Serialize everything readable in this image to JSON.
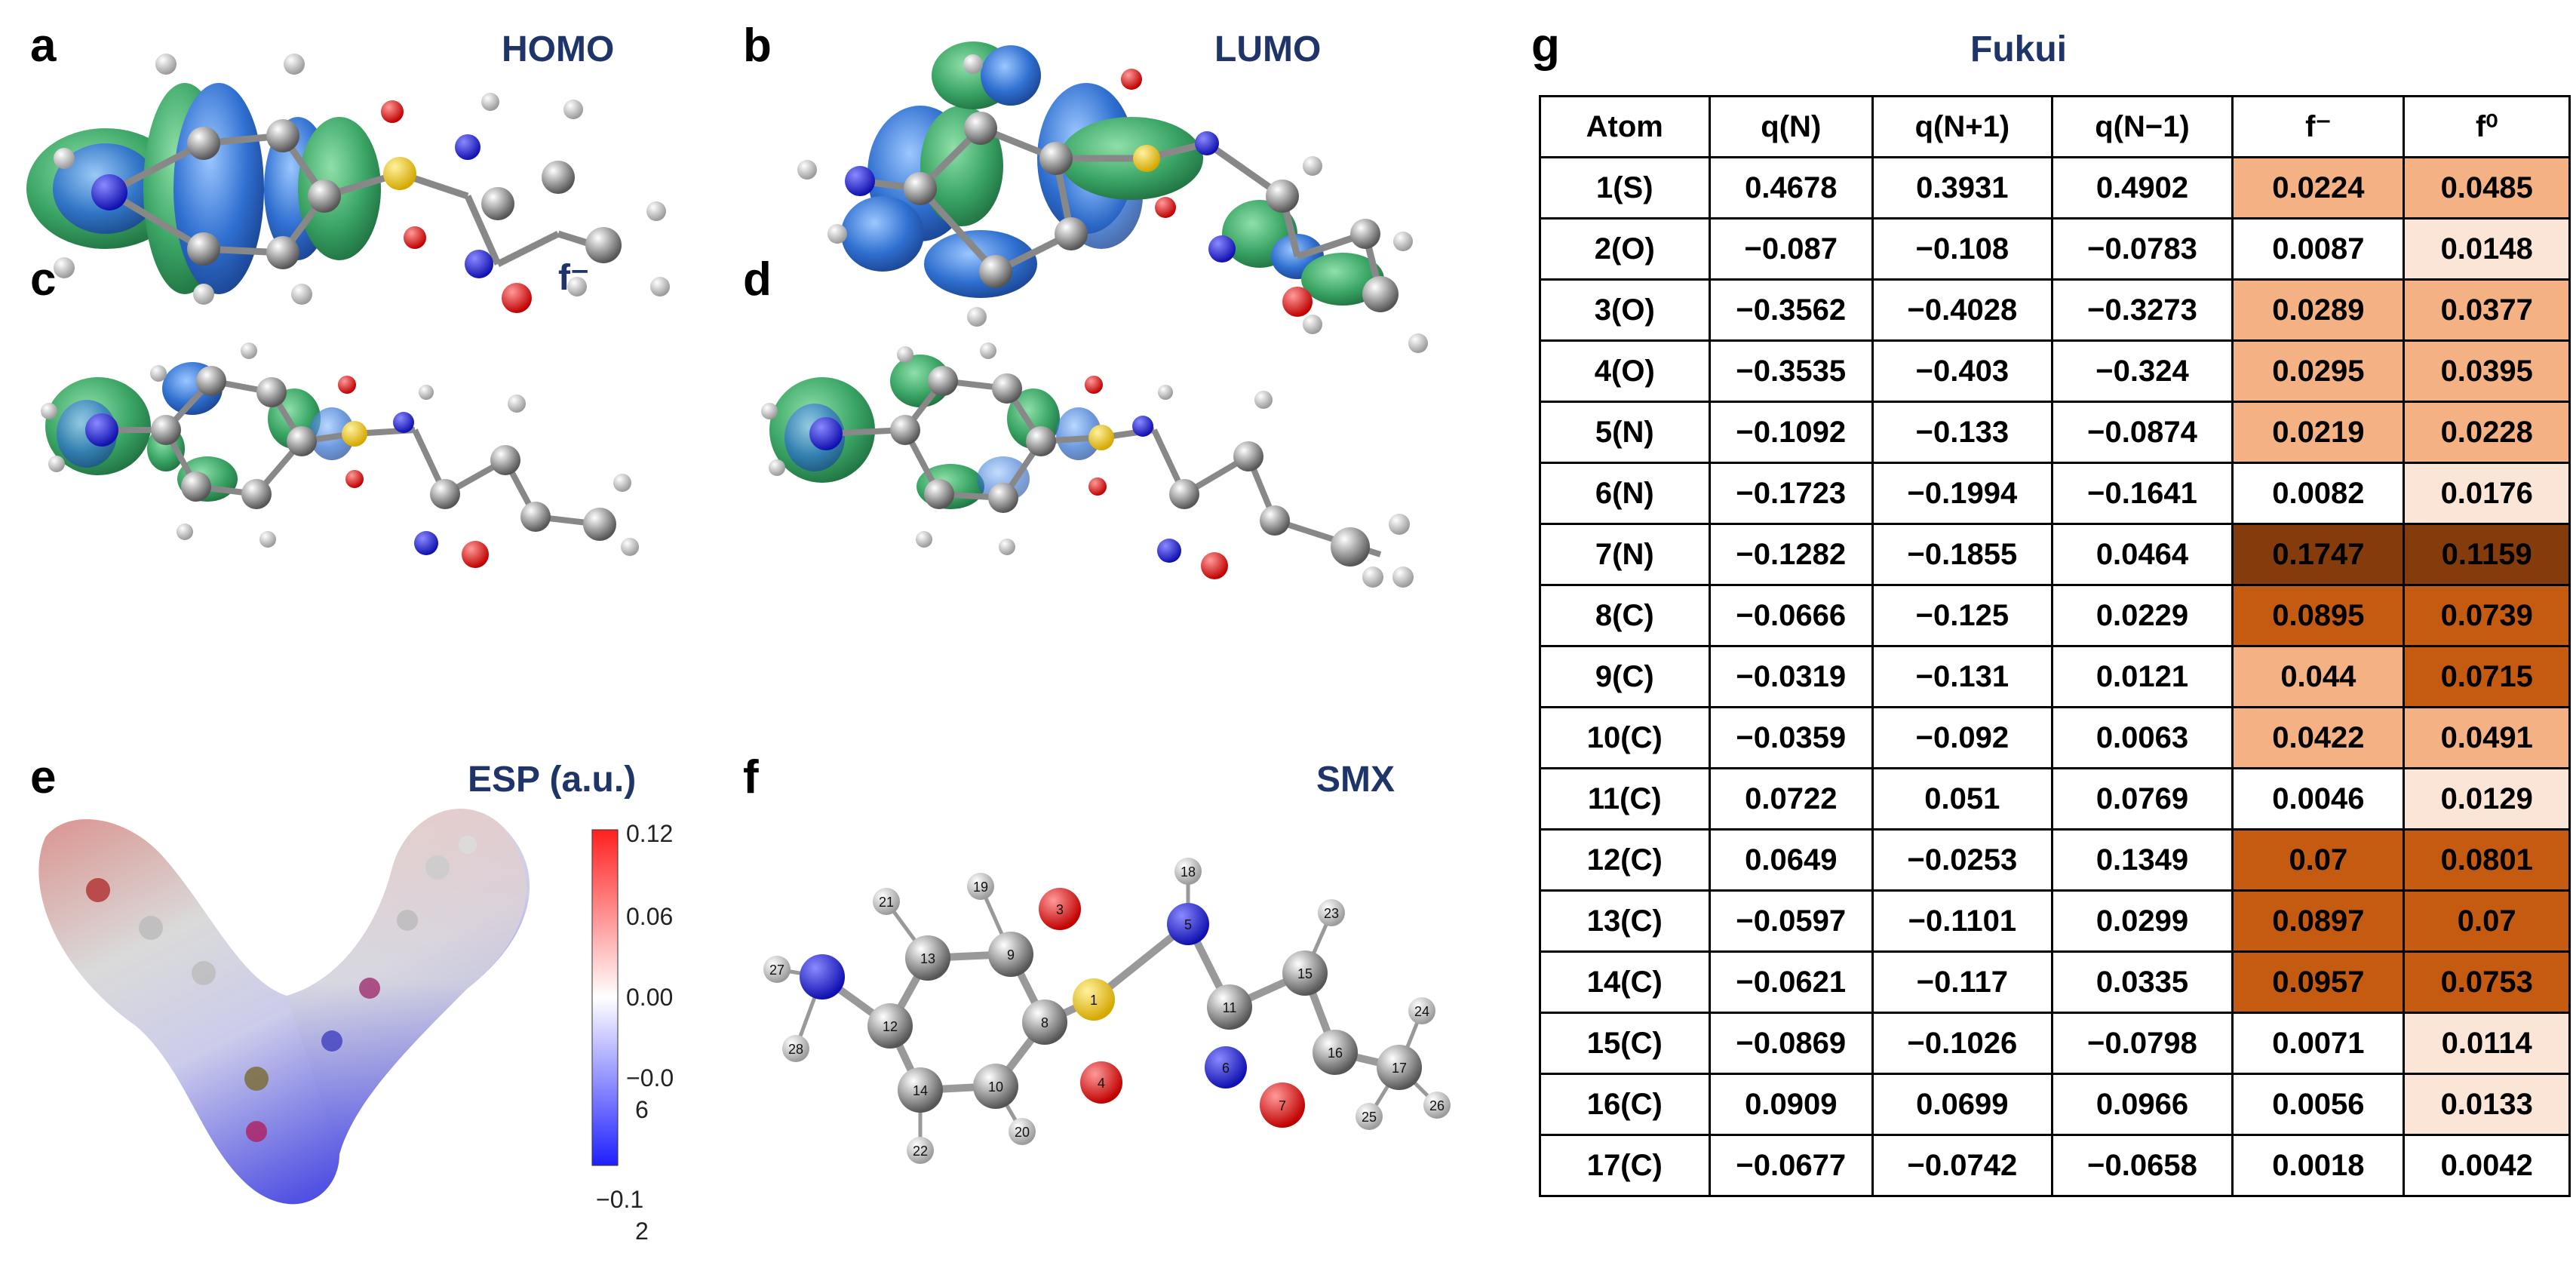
{
  "panels": {
    "a": {
      "label": "a",
      "title": "HOMO"
    },
    "b": {
      "label": "b",
      "title": "LUMO"
    },
    "c": {
      "label": "c",
      "title": "f⁻"
    },
    "d": {
      "label": "d",
      "title": "f⁰"
    },
    "e": {
      "label": "e",
      "title": "ESP (a.u.)",
      "colorbar_ticks": [
        "0.12",
        "0.06",
        "0.00",
        "−0.0",
        "6",
        "−0.1",
        "2"
      ]
    },
    "f": {
      "label": "f",
      "title": "SMX",
      "atom_numbers": [
        "1",
        "4",
        "3",
        "5",
        "6",
        "7",
        "8",
        "9",
        "10",
        "11",
        "12",
        "13",
        "14",
        "15",
        "16",
        "17",
        "18",
        "19",
        "20",
        "21",
        "22",
        "23",
        "24",
        "25",
        "26",
        "27",
        "28"
      ]
    },
    "g": {
      "label": "g",
      "title": "Fukui"
    }
  },
  "colors": {
    "title_blue": "#1f3468",
    "isosurface_blue": "#2f6fd0",
    "isosurface_green": "#3aa565",
    "heat_low": "#fbe5d6",
    "heat_mid": "#f4b183",
    "heat_high": "#c55a11",
    "heat_max": "#843c0c"
  },
  "fukui_table": {
    "headers": [
      "Atom",
      "q(N)",
      "q(N+1)",
      "q(N−1)",
      "f⁻",
      "f⁰"
    ],
    "rows": [
      [
        "1(S)",
        "0.4678",
        "0.3931",
        "0.4902",
        "0.0224",
        "0.0485"
      ],
      [
        "2(O)",
        "−0.087",
        "−0.108",
        "−0.0783",
        "0.0087",
        "0.0148"
      ],
      [
        "3(O)",
        "−0.3562",
        "−0.4028",
        "−0.3273",
        "0.0289",
        "0.0377"
      ],
      [
        "4(O)",
        "−0.3535",
        "−0.403",
        "−0.324",
        "0.0295",
        "0.0395"
      ],
      [
        "5(N)",
        "−0.1092",
        "−0.133",
        "−0.0874",
        "0.0219",
        "0.0228"
      ],
      [
        "6(N)",
        "−0.1723",
        "−0.1994",
        "−0.1641",
        "0.0082",
        "0.0176"
      ],
      [
        "7(N)",
        "−0.1282",
        "−0.1855",
        "0.0464",
        "0.1747",
        "0.1159"
      ],
      [
        "8(C)",
        "−0.0666",
        "−0.125",
        "0.0229",
        "0.0895",
        "0.0739"
      ],
      [
        "9(C)",
        "−0.0319",
        "−0.131",
        "0.0121",
        "0.044",
        "0.0715"
      ],
      [
        "10(C)",
        "−0.0359",
        "−0.092",
        "0.0063",
        "0.0422",
        "0.0491"
      ],
      [
        "11(C)",
        "0.0722",
        "0.051",
        "0.0769",
        "0.0046",
        "0.0129"
      ],
      [
        "12(C)",
        "0.0649",
        "−0.0253",
        "0.1349",
        "0.07",
        "0.0801"
      ],
      [
        "13(C)",
        "−0.0597",
        "−0.1101",
        "0.0299",
        "0.0897",
        "0.07"
      ],
      [
        "14(C)",
        "−0.0621",
        "−0.117",
        "0.0335",
        "0.0957",
        "0.0753"
      ],
      [
        "15(C)",
        "−0.0869",
        "−0.1026",
        "−0.0798",
        "0.0071",
        "0.0114"
      ],
      [
        "16(C)",
        "0.0909",
        "0.0699",
        "0.0966",
        "0.0056",
        "0.0133"
      ],
      [
        "17(C)",
        "−0.0677",
        "−0.0742",
        "−0.0658",
        "0.0018",
        "0.0042"
      ]
    ]
  }
}
